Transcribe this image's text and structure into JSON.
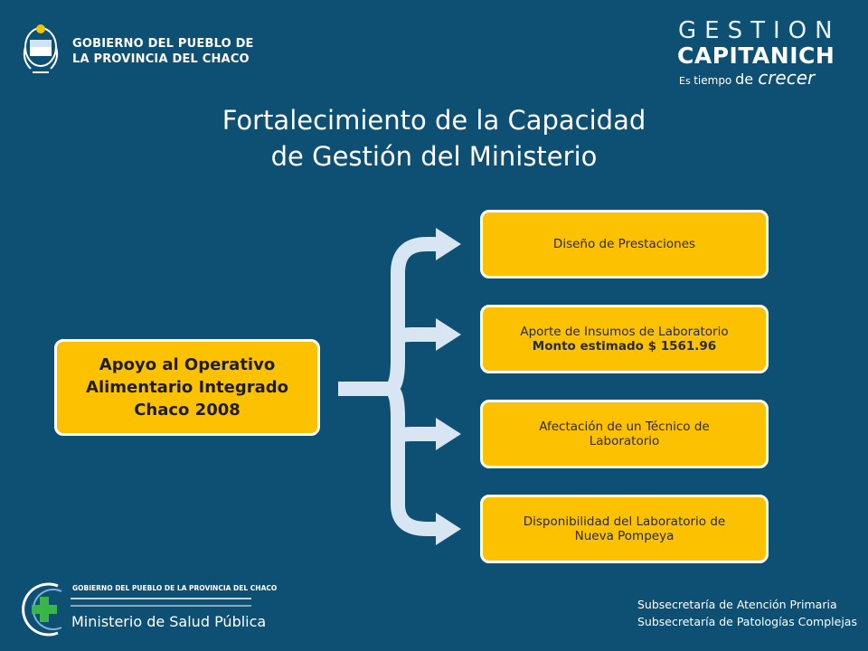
{
  "header": {
    "gov_logo": {
      "line1": "GOBIERNO DEL PUEBLO DE",
      "line2": "LA PROVINCIA DEL CHACO"
    },
    "campaign": {
      "gestion": "GESTION",
      "capitanich": "CAPITANICH",
      "slogan_parts": [
        "Es ",
        "tiem",
        "po ",
        "de ",
        "crecer"
      ]
    }
  },
  "title": {
    "line1": "Fortalecimiento de la Capacidad",
    "line2": "de Gestión del Ministerio"
  },
  "diagram": {
    "main": {
      "line1": "Apoyo al Operativo",
      "line2": "Alimentario Integrado",
      "line3": "Chaco 2008"
    },
    "items": [
      {
        "line1": "Diseño de Prestaciones"
      },
      {
        "line1": "Aporte de Insumos de Laboratorio",
        "line2": "Monto estimado $ 1561.96"
      },
      {
        "line1": "Afectación de un Técnico de",
        "line2": "Laboratorio"
      },
      {
        "line1": "Disponibilidad del Laboratorio de",
        "line2": "Nueva Pompeya"
      }
    ]
  },
  "footer": {
    "ministry": {
      "gov": "GOBIERNO DEL PUEBLO DE LA PROVINCIA DEL CHACO",
      "name": "Ministerio de Salud Pública"
    },
    "subsecretarias": [
      "Subsecretaría de Atención Primaria",
      "Subsecretaría de Patologías Complejas"
    ]
  },
  "colors": {
    "background": "#0d5073",
    "box_fill": "#fcc100",
    "box_border": "#ffffff",
    "brace": "#d8e6f3",
    "cross": "#3ab54a"
  }
}
